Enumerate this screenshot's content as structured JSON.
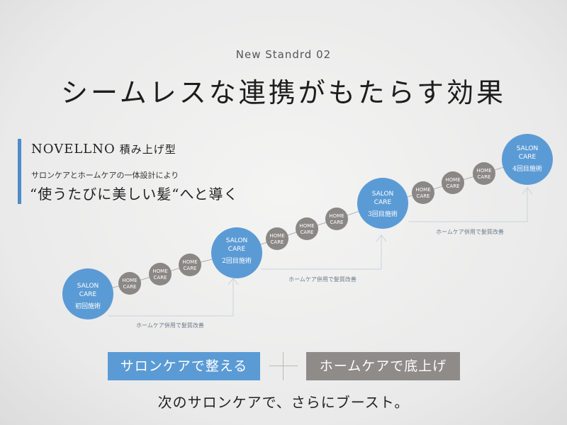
{
  "header": {
    "subtitle": "New Standrd  02",
    "title": "シームレスな連携がもたらす効果"
  },
  "brand": {
    "name": "NOVELLNO",
    "type": "積み上げ型",
    "description": "サロンケアとホームケアの一体設計により",
    "tagline": "“使うたびに美しい髪“へと導く"
  },
  "colors": {
    "salon": "#5b9bd5",
    "home": "#8a8785",
    "accent": "#4f8cc9"
  },
  "diagram": {
    "salon_label": "SALON",
    "care_label": "CARE",
    "home_label": "HOME",
    "salon_steps": [
      "初回施術",
      "2回目施術",
      "3回目施術",
      "4回目施術"
    ],
    "improvement_label": "ホームケア併用で髪質改善"
  },
  "footer": {
    "salon_box": "サロンケアで整える",
    "home_box": "ホームケアで底上げ",
    "boost": "次のサロンケアで、さらにブースト。"
  }
}
